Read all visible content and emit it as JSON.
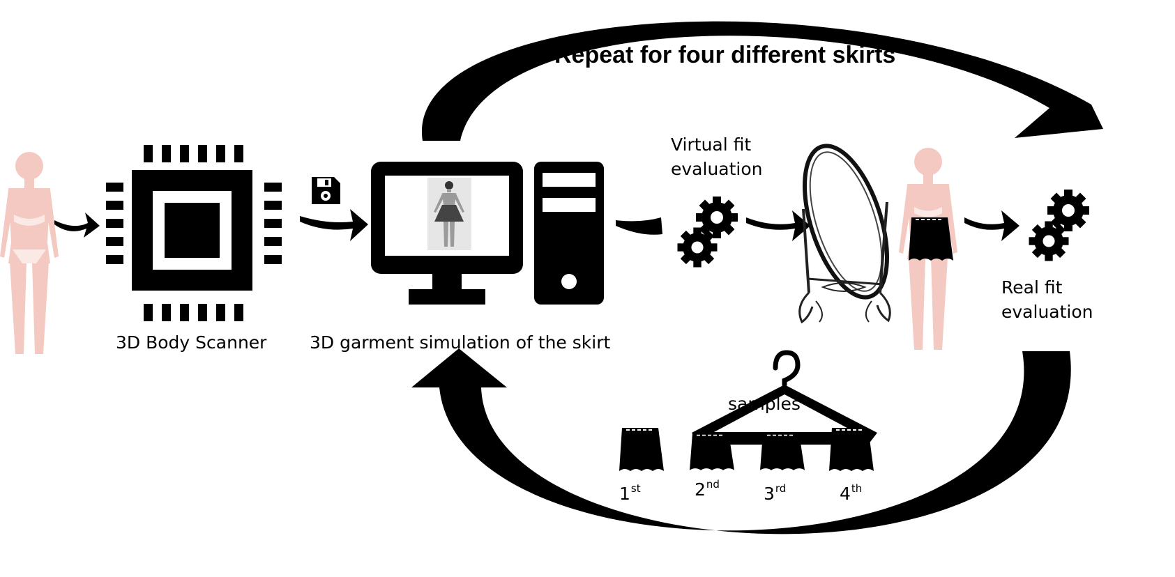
{
  "title": "Repeat for four different skirts",
  "labels": {
    "scanner": "3D Body Scanner",
    "simulation": "3D garment simulation of the skirt",
    "virtual_fit_1": "Virtual fit",
    "virtual_fit_2": "evaluation",
    "real_fit_1": "Real fit",
    "real_fit_2": "evaluation",
    "samples": "samples"
  },
  "ordinals": [
    {
      "num": "1",
      "suffix": "st"
    },
    {
      "num": "2",
      "suffix": "nd"
    },
    {
      "num": "3",
      "suffix": "rd"
    },
    {
      "num": "4",
      "suffix": "th"
    }
  ],
  "icons": [
    "body-figure-icon",
    "body-scanner-chip-icon",
    "floppy-disk-icon",
    "monitor-icon",
    "computer-tower-icon",
    "gears-icon",
    "mirror-icon",
    "skirt-icon",
    "hanger-icon"
  ],
  "colors": {
    "figure": "#f4c9c1",
    "ink": "#000000"
  }
}
